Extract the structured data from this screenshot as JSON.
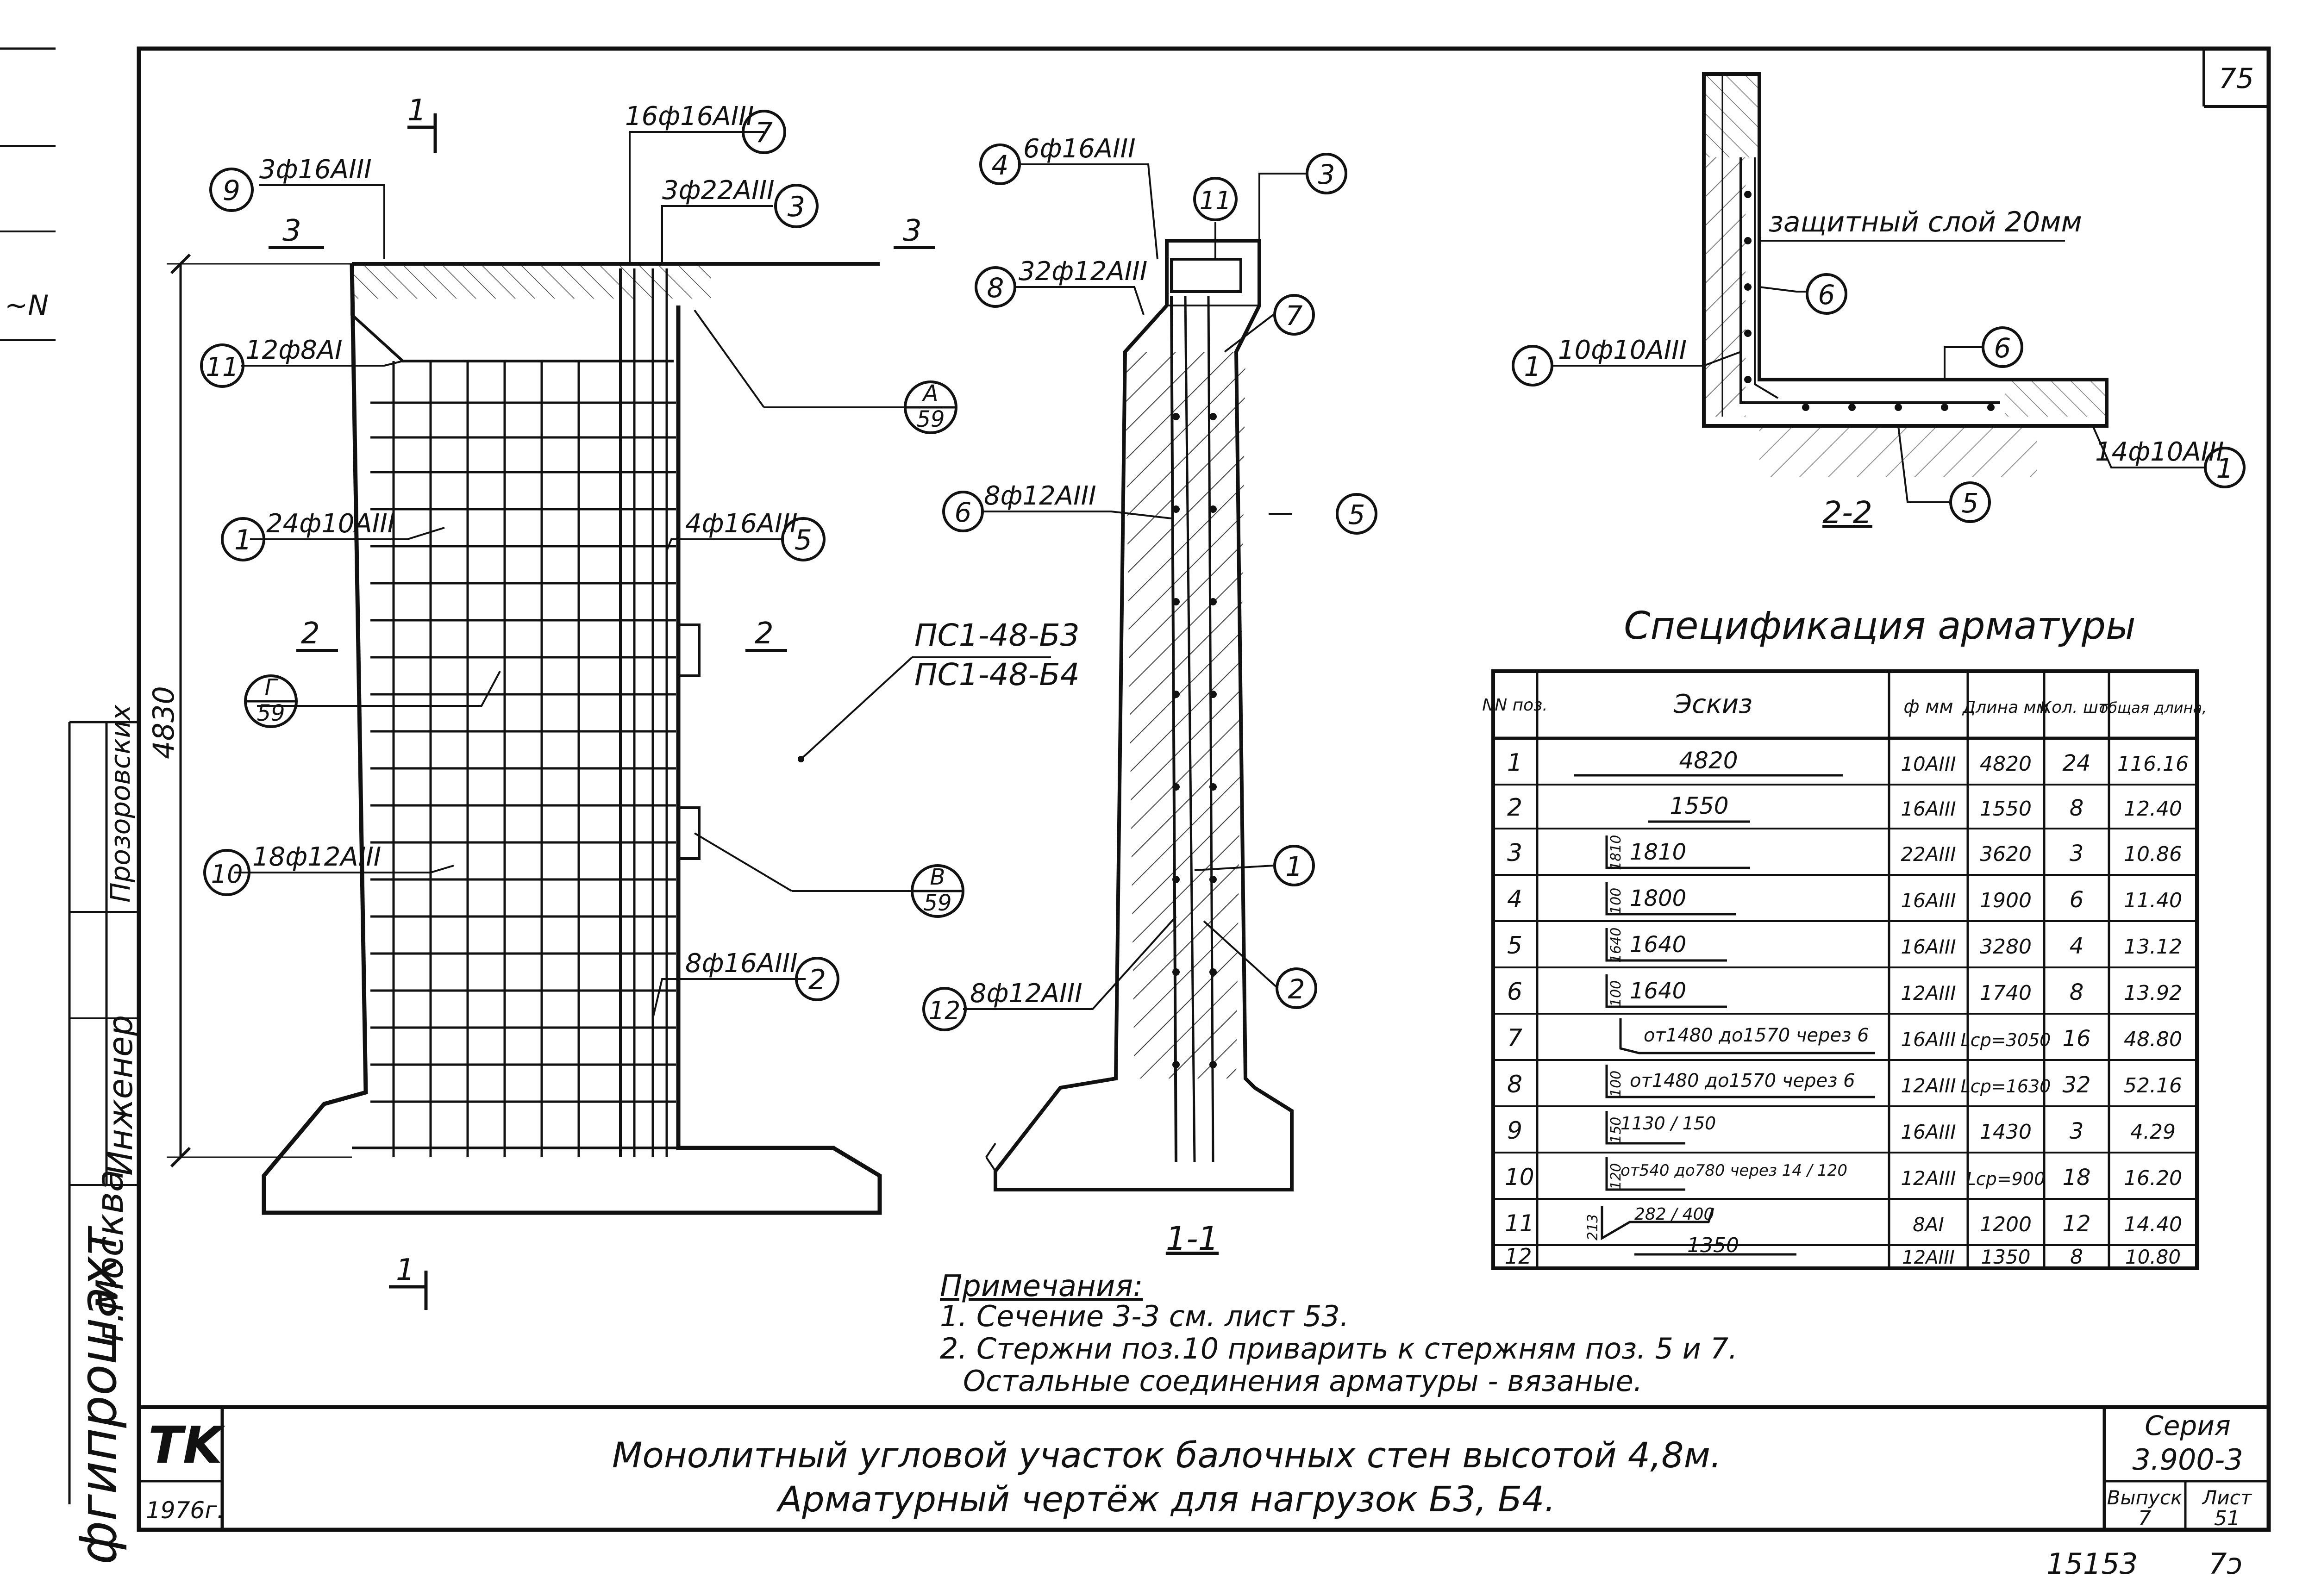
{
  "sheet": {
    "sheet_number": "75",
    "bottom_number": "15153",
    "bottom_right_mark": "7ↄ"
  },
  "side_stamp": {
    "org": "фгипрошахт",
    "city": "г.Москва",
    "role_engineer": "Инженер",
    "name_1": "Прозоровских",
    "partial_mark": "~N"
  },
  "front_view": {
    "panel_mark_1": "ПС1-48-Б3",
    "panel_mark_2": "ПС1-48-Б4",
    "height_dim": "4830",
    "section_1": "1",
    "section_2": "2",
    "section_3": "3",
    "callouts": [
      {
        "num": "9",
        "label": "3ф16АIII"
      },
      {
        "num": "7",
        "label": "16ф16АIII"
      },
      {
        "num": "3",
        "label": "3ф22АIII"
      },
      {
        "num": "11",
        "label": "12ф8АI"
      },
      {
        "num": "1",
        "label": "24ф10АIII"
      },
      {
        "num": "5",
        "label": "4ф16АIII"
      },
      {
        "num": "10",
        "label": "18ф12АIII"
      },
      {
        "num": "2",
        "label": "8ф16АIII"
      }
    ],
    "detail_refs": [
      {
        "top": "А",
        "bottom": "59"
      },
      {
        "top": "Г",
        "bottom": "59"
      },
      {
        "top": "В",
        "bottom": "59"
      }
    ]
  },
  "section_1_1": {
    "title": "1-1",
    "callouts": [
      {
        "num": "4",
        "label": "6ф16АIII"
      },
      {
        "num": "8",
        "label": "32ф12АIII"
      },
      {
        "num": "6",
        "label": "8ф12АIII"
      },
      {
        "num": "12",
        "label": "8ф12АIII"
      },
      {
        "num": "11",
        "label": ""
      },
      {
        "num": "3",
        "label": ""
      },
      {
        "num": "7",
        "label": ""
      },
      {
        "num": "5",
        "label": ""
      },
      {
        "num": "1",
        "label": ""
      },
      {
        "num": "2",
        "label": ""
      }
    ]
  },
  "section_2_2": {
    "title": "2-2",
    "cover_note": "защитный слой 20мм",
    "callouts": [
      {
        "num": "1",
        "label": "10ф10АIII"
      },
      {
        "num": "6",
        "label": ""
      },
      {
        "num": "6",
        "label": ""
      },
      {
        "num": "5",
        "label": ""
      },
      {
        "num": "1",
        "label": "14ф10АIII"
      }
    ]
  },
  "spec": {
    "title": "Спецификация арматуры",
    "headers": [
      "NN поз.",
      "Эскиз",
      "ф мм",
      "Длина мм",
      "Кол. шт.",
      "общая длина,"
    ],
    "rows": [
      [
        "1",
        "4820",
        "10АIII",
        "4820",
        "24",
        "116.16"
      ],
      [
        "2",
        "1550",
        "16АIII",
        "1550",
        "8",
        "12.40"
      ],
      [
        "3",
        "1810",
        "22АIII",
        "3620",
        "3",
        "10.86"
      ],
      [
        "4",
        "1800",
        "16АIII",
        "1900",
        "6",
        "11.40"
      ],
      [
        "5",
        "1640",
        "16АIII",
        "3280",
        "4",
        "13.12"
      ],
      [
        "6",
        "1640",
        "12АIII",
        "1740",
        "8",
        "13.92"
      ],
      [
        "7",
        "от1480 до1570 через 6",
        "16АIII",
        "Lср=3050",
        "16",
        "48.80"
      ],
      [
        "8",
        "от1480 до1570 через 6",
        "12АIII",
        "Lср=1630",
        "32",
        "52.16"
      ],
      [
        "9",
        "1130 / 150",
        "16АIII",
        "1430",
        "3",
        "4.29"
      ],
      [
        "10",
        "от540 до780 через 14 / 120",
        "12АIII",
        "Lср=900",
        "18",
        "16.20"
      ],
      [
        "11",
        "282 / 400",
        "8АI",
        "1200",
        "12",
        "14.40"
      ],
      [
        "12",
        "1350",
        "12АIII",
        "1350",
        "8",
        "10.80"
      ]
    ],
    "sketch_side_marks": [
      "1810",
      "100",
      "1640",
      "100",
      "100",
      "150",
      "120",
      "213"
    ]
  },
  "notes": {
    "heading": "Примечания:",
    "line1": "1. Сечение 3-3 см. лист 53.",
    "line2": "2. Стержни поз.10 приварить к стержням поз. 5 и 7.",
    "line3": "Остальные соединения арматуры - вязаные."
  },
  "title_block": {
    "logo": "TK",
    "year": "1976г.",
    "title_line1": "Монолитный угловой участок балочных стен высотой 4,8м.",
    "title_line2": "Арматурный чертёж для нагрузок Б3, Б4.",
    "series_label": "Серия",
    "series_value": "3.900-3",
    "issue_label": "Выпуск",
    "issue_value": "7",
    "sheet_label": "Лист",
    "sheet_value": "51"
  }
}
